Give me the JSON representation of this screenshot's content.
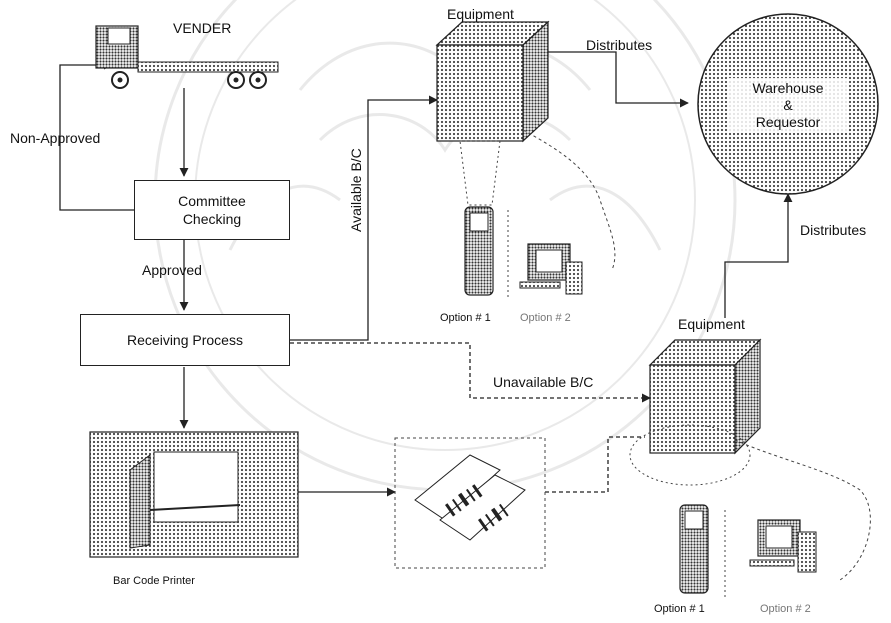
{
  "nodes": {
    "vendor": "VENDER",
    "committee": [
      "Committee",
      "Checking"
    ],
    "receiving": "Receiving Process",
    "printer": "Bar Code Printer",
    "equipment_top": "Equipment",
    "equipment_bottom": "Equipment",
    "warehouse": [
      "Warehouse",
      "&",
      "Requestor"
    ]
  },
  "edges": {
    "non_approved": "Non-Approved",
    "approved": "Approved",
    "available": "Available B/C",
    "unavailable": "Unavailable B/C",
    "distributes_top": "Distributes",
    "distributes_right": "Distributes"
  },
  "options": {
    "top_1": "Option # 1",
    "top_2": "Option # 2",
    "bottom_1": "Option # 1",
    "bottom_2": "Option # 2"
  },
  "colors": {
    "line": "#222222",
    "watermark": "#d9d9d9",
    "dots": "#555555"
  },
  "icons": [
    "truck-icon",
    "cube-icon",
    "handheld-scanner-icon",
    "pc-icon",
    "barcode-labels-icon",
    "printer-icon"
  ]
}
